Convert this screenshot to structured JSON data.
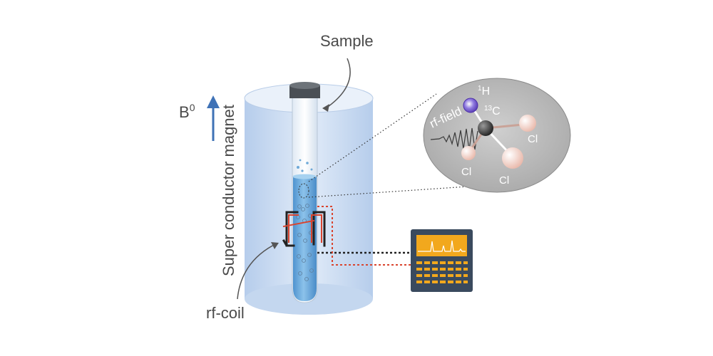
{
  "labels": {
    "sample": "Sample",
    "b_field": "B",
    "b_field_sup": "0",
    "magnet": "Super conductor magnet",
    "rf_coil": "rf-coil",
    "rf_field": "rf-field",
    "hydrogen_sup": "1",
    "hydrogen": "H",
    "carbon_sup": "13",
    "carbon": "C",
    "chlorine_1": "Cl",
    "chlorine_2": "Cl",
    "chlorine_3": "Cl"
  },
  "colors": {
    "magnet": "#c9dbf2",
    "liquid": "#6ea9d8",
    "coil": "#d9442e",
    "arrow": "#3f72b6",
    "console_screen": "#f2a81d",
    "console_body": "#3a4a5e",
    "molecule_bg": "#b6b6b6",
    "hydrogen": "#5a3fb3",
    "chlorine": "#f3d8d0"
  },
  "icons": {
    "magnet": "cylinder-magnet-icon",
    "tube": "test-tube-icon",
    "console": "spectrometer-console-icon",
    "molecule": "chloroform-molecule-icon"
  }
}
